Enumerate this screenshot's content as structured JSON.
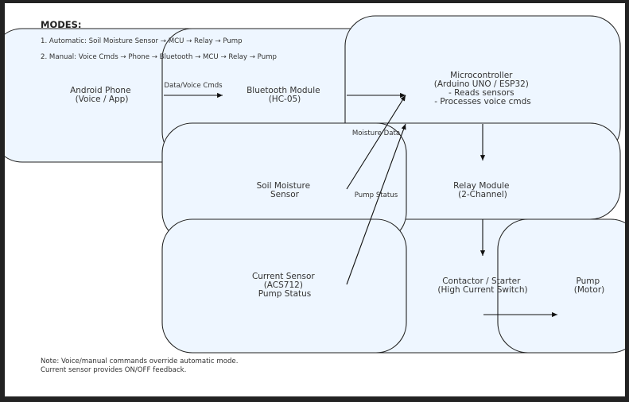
{
  "modes": {
    "title": "MODES:",
    "line1": "1. Automatic: Soil Moisture Sensor → MCU → Relay → Pump",
    "line2": "2. Manual: Voice Cmds → Phone → Bluetooth → MCU → Relay → Pump"
  },
  "nodes": {
    "phone": [
      "Android Phone",
      "(Voice / App)"
    ],
    "bluetooth": [
      "Bluetooth Module",
      "(HC-05)"
    ],
    "mcu": [
      "Microcontroller",
      "(Arduino UNO / ESP32)",
      "- Reads sensors",
      "- Processes voice cmds"
    ],
    "soil": [
      "Soil Moisture",
      "Sensor"
    ],
    "relay": [
      "Relay Module",
      "(2-Channel)"
    ],
    "current": [
      "Current Sensor",
      "(ACS712)",
      "Pump Status"
    ],
    "contactor": [
      "Contactor / Starter",
      "(High Current Switch)"
    ],
    "pump": [
      "Pump",
      "(Motor)"
    ]
  },
  "edge_labels": {
    "data_voice": "Data/Voice Cmds",
    "moisture": "Moisture Data",
    "pump_status": "Pump Status"
  },
  "note": {
    "line1": "Note: Voice/manual commands override automatic mode.",
    "line2": "Current sensor provides ON/OFF feedback."
  }
}
